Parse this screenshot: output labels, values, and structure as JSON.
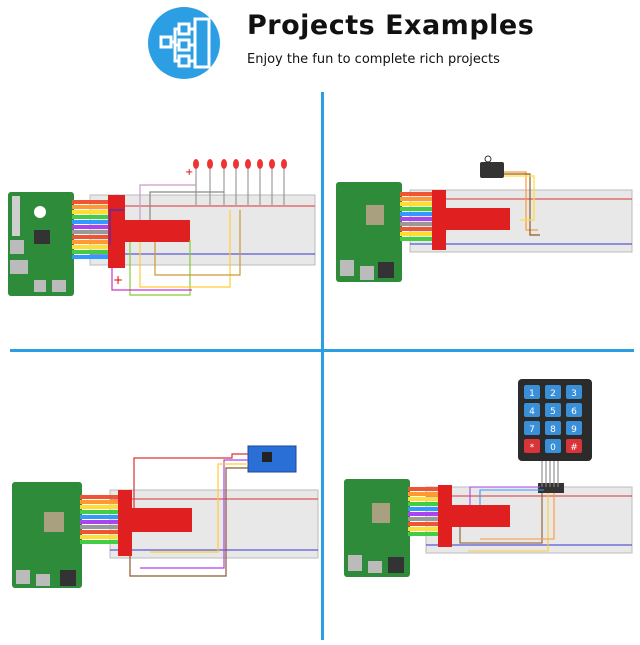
{
  "header": {
    "title": "Projects Examples",
    "subtitle": "Enjoy the fun to complete rich projects",
    "logo_icon": "project-flow-icon",
    "accent_color": "#2c9ee3"
  },
  "panels": {
    "top_left": {
      "signs": [
        "+",
        "+"
      ]
    },
    "bottom_right": {
      "keypad_keys": [
        "1",
        "2",
        "3",
        "4",
        "5",
        "6",
        "7",
        "8",
        "9",
        "*",
        "0",
        "#"
      ]
    }
  }
}
